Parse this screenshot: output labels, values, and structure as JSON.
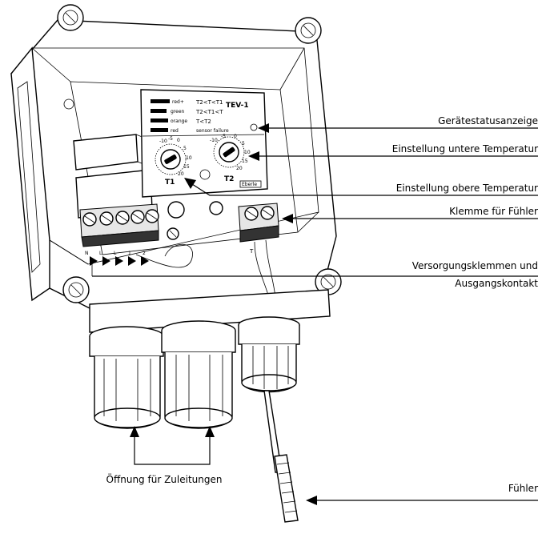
{
  "callouts": {
    "status": "Gerätestatusanzeige",
    "lower_temp": "Einstellung untere Temperatur",
    "upper_temp": "Einstellung obere Temperatur",
    "sensor_terminal": "Klemme für Fühler",
    "supply_line1": "Versorgungsklemmen und",
    "supply_line2": "Ausgangskontakt",
    "openings": "Öffnung für Zuleitungen",
    "sensor": "Fühler"
  },
  "panel": {
    "model": "TEV-1",
    "legend": [
      {
        "color": "red+",
        "condition": "T2<T<T1"
      },
      {
        "color": "green",
        "condition": "T2<T1<T"
      },
      {
        "color": "orange",
        "condition": "T<T2"
      },
      {
        "color": "red",
        "condition": "sensor failure"
      }
    ],
    "knob1_label": "T1",
    "knob2_label": "T2",
    "brand": "Eberle",
    "dial_scale": [
      "-10",
      "-5",
      "0",
      "5",
      "10",
      "15",
      "20"
    ]
  },
  "terminals": {
    "supply_marks": [
      "N",
      "L",
      "L",
      "1",
      "2"
    ],
    "sensor_mark": "T"
  }
}
